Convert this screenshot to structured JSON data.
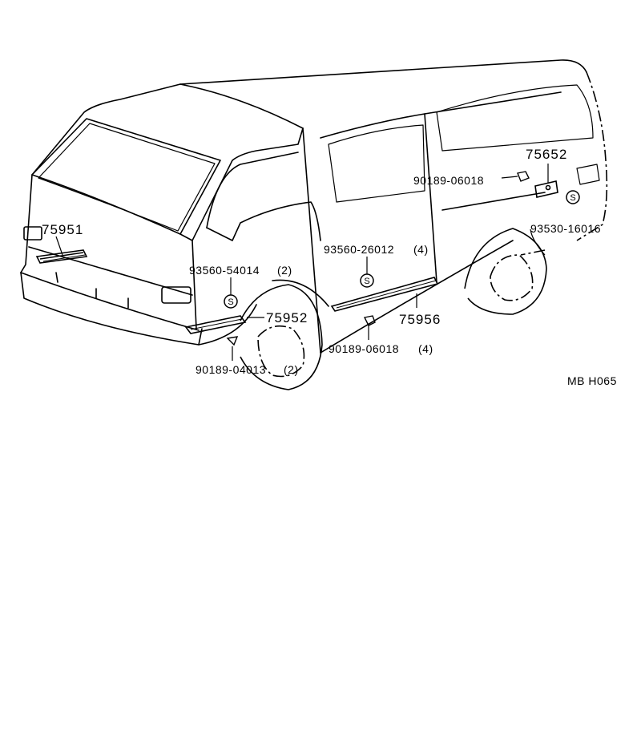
{
  "labels": {
    "p75951": "75951",
    "p75652": "75652",
    "p90189_06018_top": "90189-06018",
    "p93530_16016": "93530-16016",
    "p93560_26012": "93560-26012",
    "p93560_26012_qty": "(4)",
    "p93560_54014": "93560-54014",
    "p93560_54014_qty": "(2)",
    "p75952": "75952",
    "p75956": "75956",
    "p90189_06018_bot": "90189-06018",
    "p90189_06018_bot_qty": "(4)",
    "p90189_04013": "90189-04013",
    "p90189_04013_qty": "(2)",
    "sealer_symbol": "S",
    "figure_code": "MB H065"
  },
  "colors": {
    "ink": "#000000",
    "paper": "#ffffff"
  }
}
